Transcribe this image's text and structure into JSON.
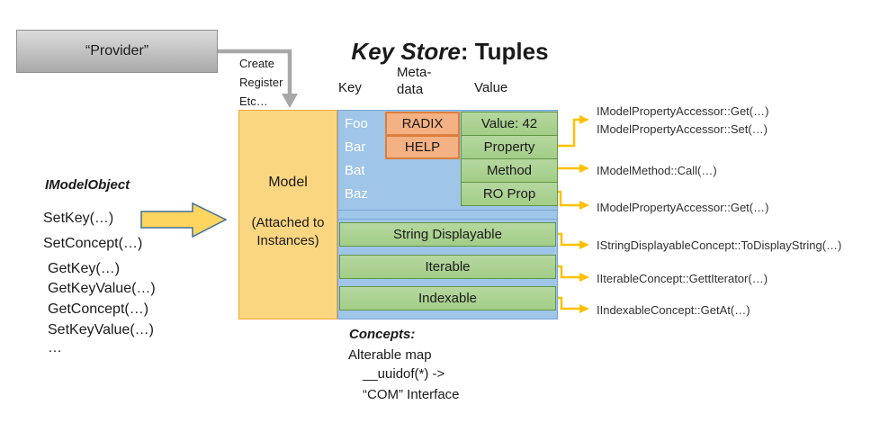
{
  "colors": {
    "gold-fill": "#fbd681",
    "gold-border": "#f2a73d",
    "blue-fill": "#9fc5e8",
    "blue-border": "#7aa5d6",
    "green-fill": "#a9d18e",
    "green-border": "#5f9644",
    "salmon-fill": "#f4b183",
    "salmon-border": "#dd7e3c",
    "connector": "#ffc000",
    "gray-arrow": "#a8a8a8",
    "arrow-outline": "#41719c"
  },
  "title": {
    "italic": "Key Store",
    "rest": ": Tuples"
  },
  "provider": {
    "label": "“Provider”",
    "note": "Create\nRegister\nEtc…"
  },
  "table": {
    "headers": {
      "key": "Key",
      "metadata": "Meta-\ndata",
      "value": "Value"
    },
    "keys": [
      "Foo",
      "Bar",
      "Bat",
      "Baz"
    ],
    "metadata_cells": [
      "RADIX",
      "HELP"
    ],
    "value_cells": [
      "Value: 42",
      "Property",
      "Method",
      "RO Prop"
    ],
    "concept_rows": [
      "String Displayable",
      "Iterable",
      "Indexable"
    ]
  },
  "model": {
    "label": "Model",
    "sublabel": "(Attached to Instances)"
  },
  "imodelobject": {
    "heading": "IModelObject",
    "methods": [
      "SetKey(…)",
      "SetConcept(…)",
      "GetKey(…)",
      "GetKeyValue(…)",
      "GetConcept(…)",
      "SetKeyValue(…)",
      "…"
    ]
  },
  "annotations": {
    "property_get": "IModelPropertyAccessor::Get(…)",
    "property_set": "IModelPropertyAccessor::Set(…)",
    "method_call": "IModelMethod::Call(…)",
    "ro_prop_get": "IModelPropertyAccessor::Get(…)",
    "string_displayable": "IStringDisplayableConcept::ToDisplayString(…)",
    "iterable": "IIterableConcept::GettIterator(…)",
    "indexable": "IIndexableConcept::GetAt(…)"
  },
  "concepts_note": {
    "heading": "Concepts:",
    "line1": "Alterable map",
    "line2": "__uuidof(*) ->",
    "line3": "“COM” Interface"
  }
}
